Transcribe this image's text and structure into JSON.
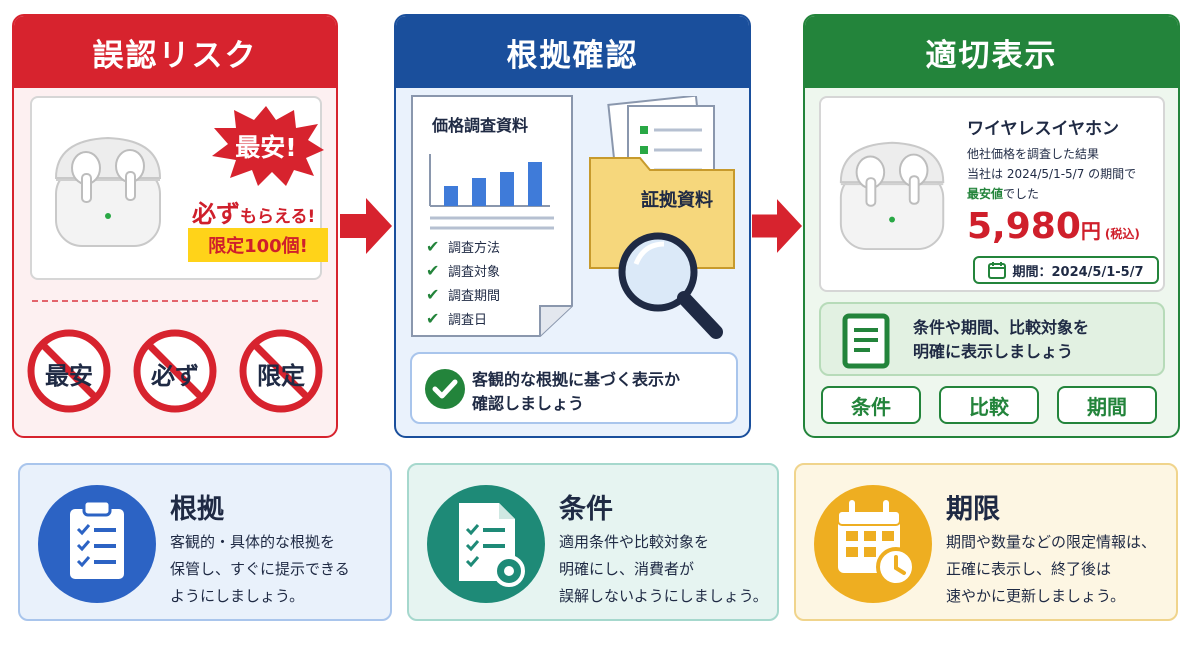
{
  "colors": {
    "red": "#d7232e",
    "blue": "#1a4f9c",
    "green": "#23843b",
    "teal": "#1e8a77",
    "amber": "#eeae21"
  },
  "risk_panel": {
    "title": "誤認リスク",
    "burst": "最安!",
    "claim_big": "必ず",
    "claim_small": "もらえる!",
    "limited": "限定100個!",
    "banned": [
      "最安",
      "必ず",
      "限定"
    ]
  },
  "evidence_panel": {
    "title": "根拠確認",
    "doc_title": "価格調査資料",
    "checklist": [
      "調査方法",
      "調査対象",
      "調査期間",
      "調査日"
    ],
    "folder_label": "証拠資料",
    "note_line1": "客観的な根拠に基づく表示か",
    "note_line2": "確認しましょう"
  },
  "display_panel": {
    "title": "適切表示",
    "product_name": "ワイヤレスイヤホン",
    "line1": "他社価格を調査した結果",
    "line2": "当社は 2024/5/1-5/7 の期間で",
    "line3_highlight": "最安値",
    "line3_rest": "でした",
    "price": "5,980",
    "price_unit": "円",
    "tax_note": "(税込)",
    "period": "期間：2024/5/1-5/7",
    "cond_line1": "条件や期間、比較対象を",
    "cond_line2": "明確に表示しましょう",
    "tags": [
      "条件",
      "比較",
      "期間"
    ]
  },
  "cards": [
    {
      "title": "根拠",
      "lines": [
        "客観的・具体的な根拠を",
        "保管し、すぐに提示できる",
        "ようにしましょう。"
      ],
      "icon": "clipboard-checklist-icon"
    },
    {
      "title": "条件",
      "lines": [
        "適用条件や比較対象を",
        "明確にし、消費者が",
        "誤解しないようにしましょう。"
      ],
      "icon": "document-gear-icon"
    },
    {
      "title": "期限",
      "lines": [
        "期間や数量などの限定情報は、",
        "正確に表示し、終了後は",
        "速やかに更新しましょう。"
      ],
      "icon": "calendar-clock-icon"
    }
  ]
}
